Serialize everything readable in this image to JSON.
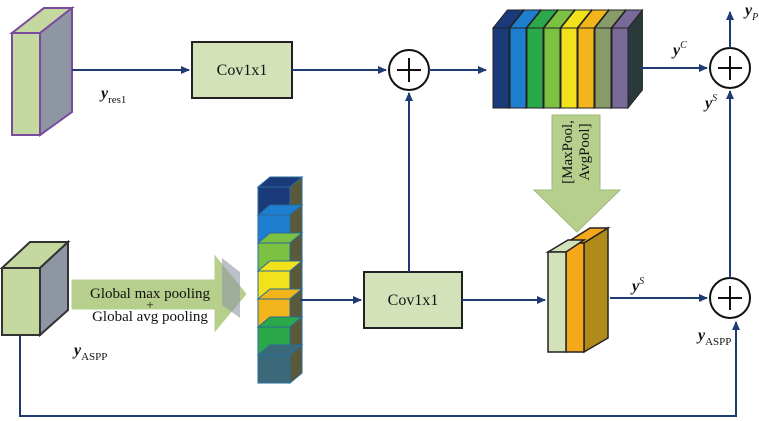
{
  "colors": {
    "arrow": "#1f3b73",
    "box_fill": "#d3e2b9",
    "box_stroke": "#222222",
    "feature_green": "#c4d89f",
    "feature_gray": "#8f96a3",
    "feature_purple": "#7a4aa0",
    "stack_colors": [
      "#1a3a7a",
      "#1e7fd0",
      "#2aa84a",
      "#7cc242",
      "#f2e21b",
      "#f2b51b",
      "#8a9b6a",
      "#7a6a9a"
    ],
    "pool_arrow": "#b7cf8c",
    "attn_yellow": "#f6a81b",
    "attn_olive": "#b08a1a"
  },
  "labels": {
    "y_res1_main": "y",
    "y_res1_sub": "res1",
    "y_aspp_main": "y",
    "y_aspp_sub": "ASPP",
    "y_aspp2_main": "y",
    "y_aspp2_sub": "ASPP",
    "y_c_main": "y",
    "y_c_sup": "C",
    "y_s_main": "y",
    "y_s_sup": "S",
    "y_s2_main": "y",
    "y_s2_sup": "S",
    "y_p_main": "y",
    "y_p_sub": "P"
  },
  "boxes": {
    "conv_top": "Cov1x1",
    "conv_bottom": "Cov1x1"
  },
  "pooling_arrow": {
    "line1": "Global max pooling",
    "line2": "+",
    "line3": "Global avg pooling"
  },
  "maxpool_arrow": {
    "line1": "[MaxPool,",
    "line2": "AvgPool]"
  },
  "operators": {
    "sum_symbol": "+"
  }
}
